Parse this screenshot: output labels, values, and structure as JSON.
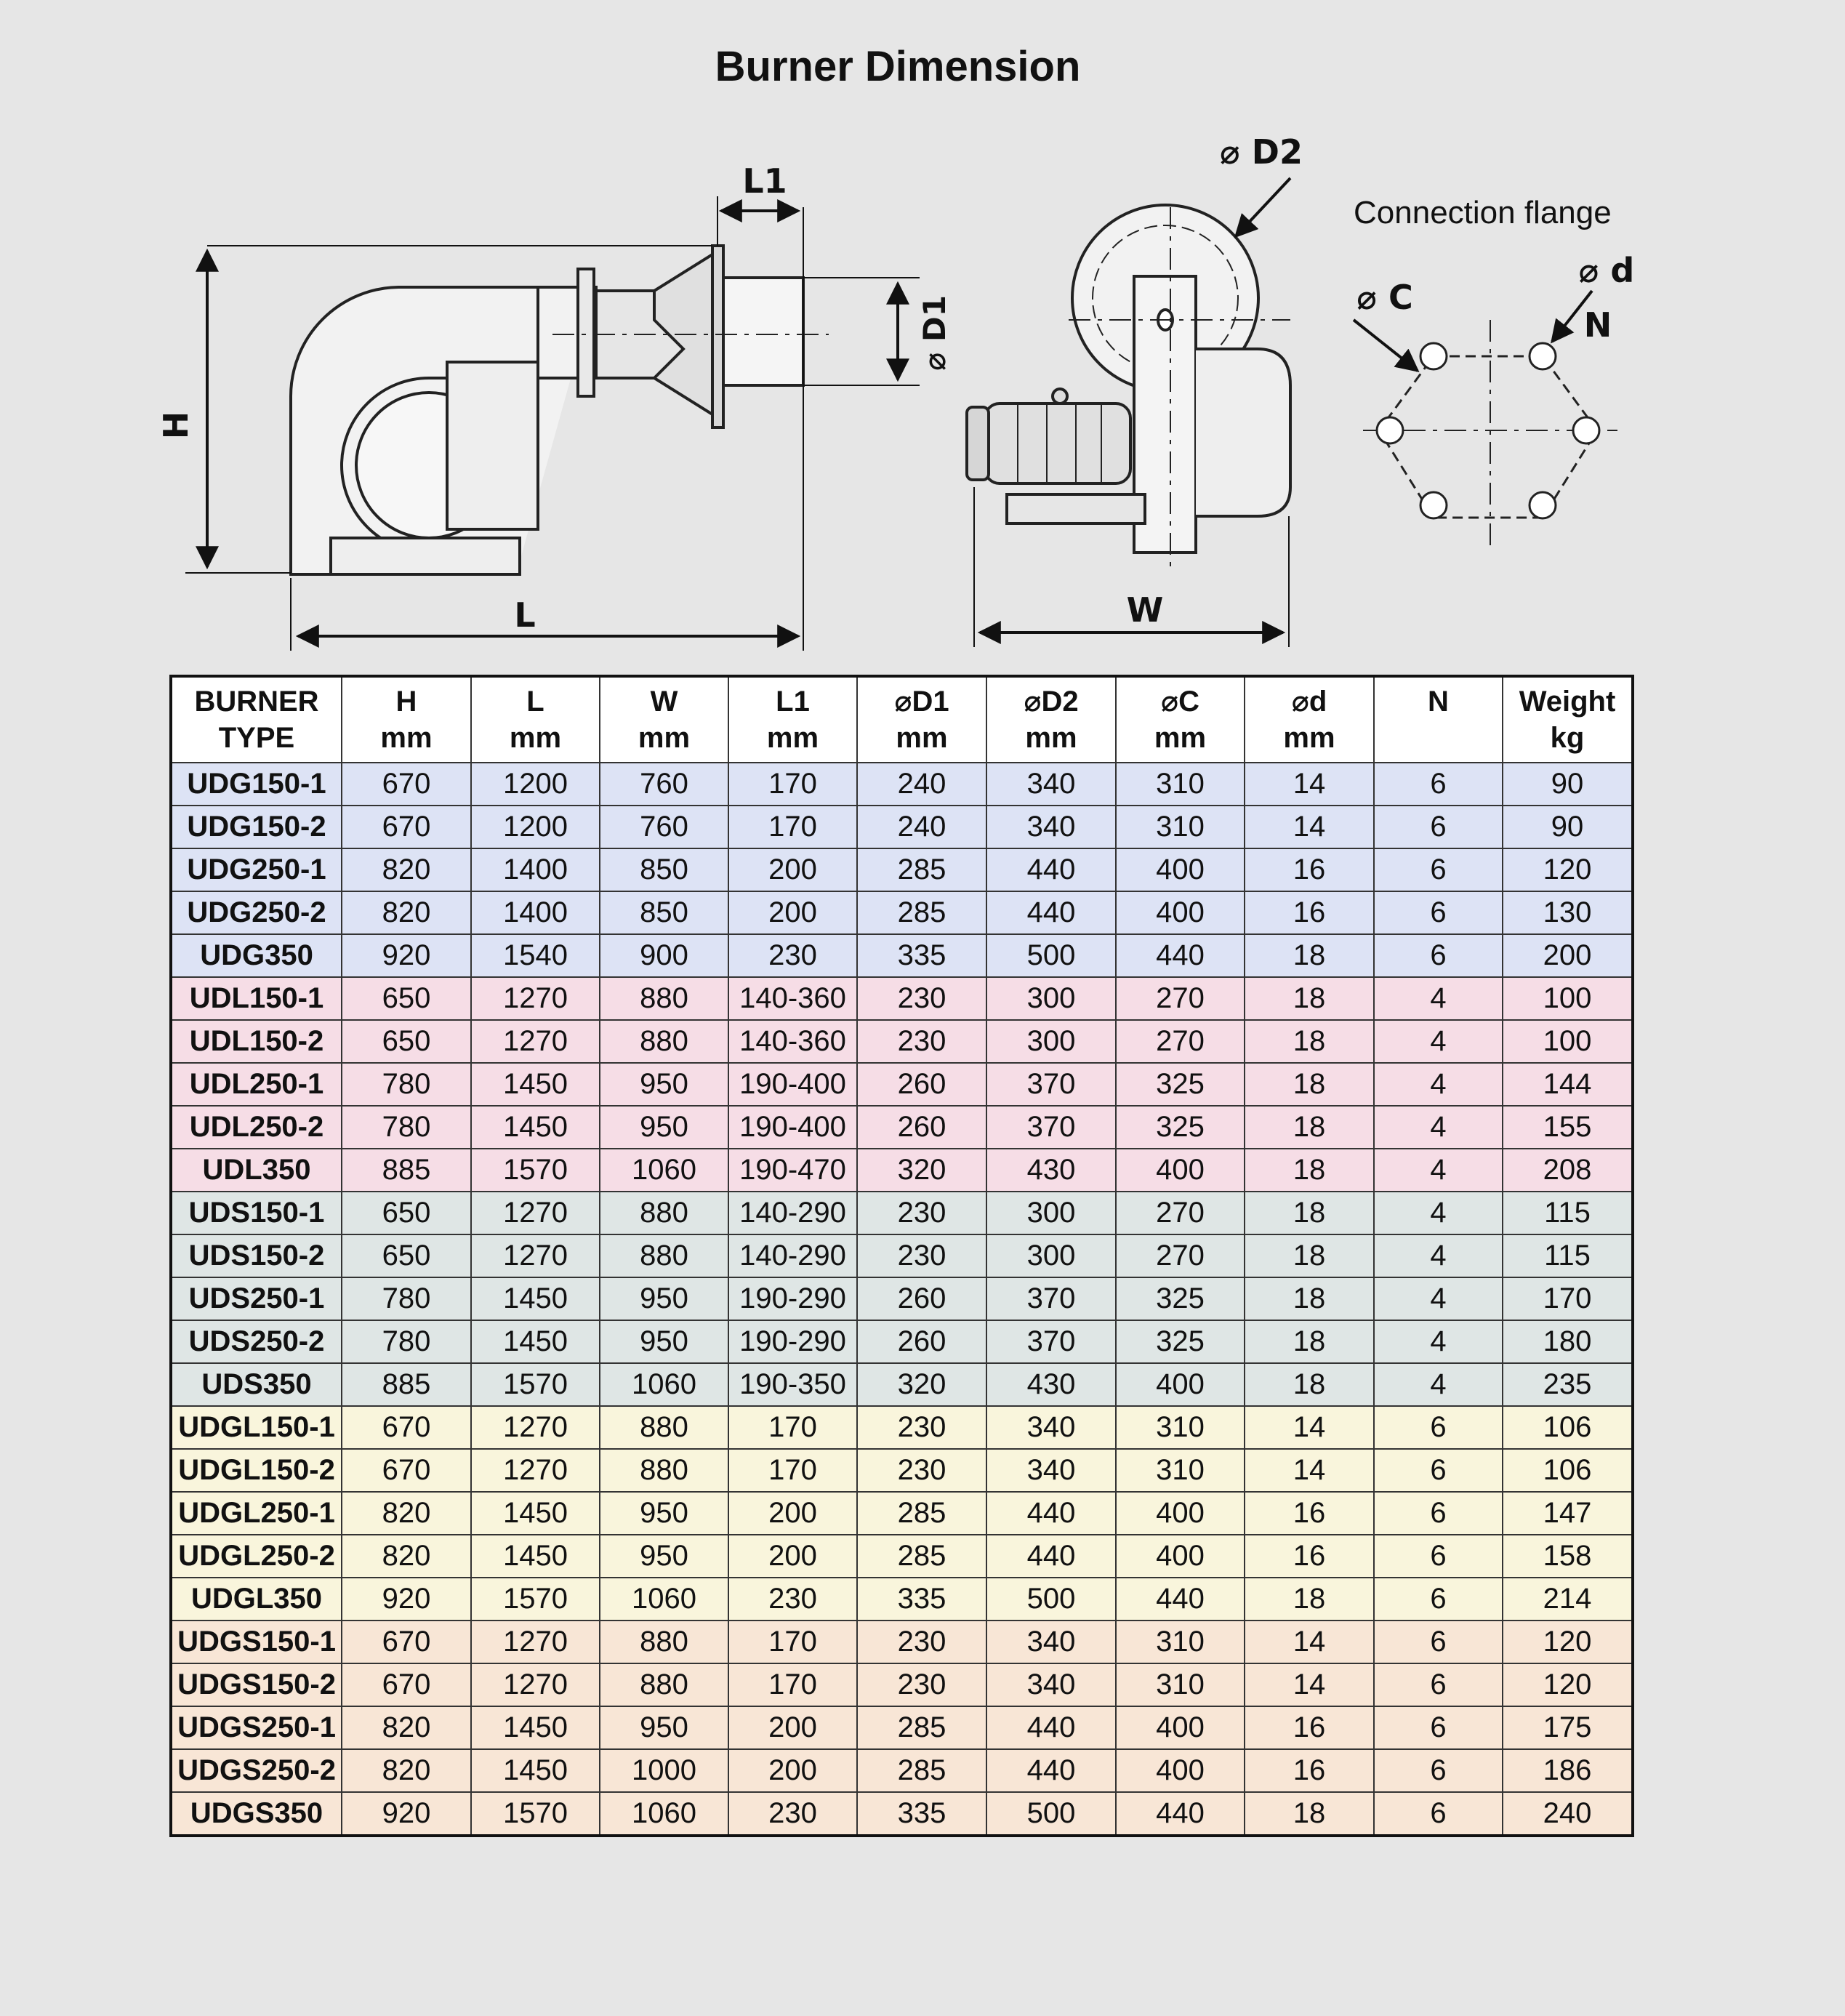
{
  "title": "Burner Dimension",
  "drawing": {
    "dimension_labels": {
      "H": "H",
      "L": "L",
      "L1": "L1",
      "D1": "⌀ D1",
      "D2": "⌀ D2",
      "W": "W",
      "C": "⌀ C",
      "d": "⌀ d",
      "N": "N"
    },
    "flange_label": "Connection flange"
  },
  "table": {
    "headers": [
      [
        "BURNER",
        "TYPE"
      ],
      [
        "H",
        "mm"
      ],
      [
        "L",
        "mm"
      ],
      [
        "W",
        "mm"
      ],
      [
        "L1",
        "mm"
      ],
      [
        "⌀D1",
        "mm"
      ],
      [
        "⌀D2",
        "mm"
      ],
      [
        "⌀C",
        "mm"
      ],
      [
        "⌀d",
        "mm"
      ],
      [
        "N",
        ""
      ],
      [
        "Weight",
        "kg"
      ]
    ],
    "rows": [
      {
        "group": "blue",
        "cells": [
          "UDG150-1",
          "670",
          "1200",
          "760",
          "170",
          "240",
          "340",
          "310",
          "14",
          "6",
          "90"
        ]
      },
      {
        "group": "blue",
        "cells": [
          "UDG150-2",
          "670",
          "1200",
          "760",
          "170",
          "240",
          "340",
          "310",
          "14",
          "6",
          "90"
        ]
      },
      {
        "group": "blue",
        "cells": [
          "UDG250-1",
          "820",
          "1400",
          "850",
          "200",
          "285",
          "440",
          "400",
          "16",
          "6",
          "120"
        ]
      },
      {
        "group": "blue",
        "cells": [
          "UDG250-2",
          "820",
          "1400",
          "850",
          "200",
          "285",
          "440",
          "400",
          "16",
          "6",
          "130"
        ]
      },
      {
        "group": "blue",
        "cells": [
          "UDG350",
          "920",
          "1540",
          "900",
          "230",
          "335",
          "500",
          "440",
          "18",
          "6",
          "200"
        ]
      },
      {
        "group": "pink",
        "cells": [
          "UDL150-1",
          "650",
          "1270",
          "880",
          "140-360",
          "230",
          "300",
          "270",
          "18",
          "4",
          "100"
        ]
      },
      {
        "group": "pink",
        "cells": [
          "UDL150-2",
          "650",
          "1270",
          "880",
          "140-360",
          "230",
          "300",
          "270",
          "18",
          "4",
          "100"
        ]
      },
      {
        "group": "pink",
        "cells": [
          "UDL250-1",
          "780",
          "1450",
          "950",
          "190-400",
          "260",
          "370",
          "325",
          "18",
          "4",
          "144"
        ]
      },
      {
        "group": "pink",
        "cells": [
          "UDL250-2",
          "780",
          "1450",
          "950",
          "190-400",
          "260",
          "370",
          "325",
          "18",
          "4",
          "155"
        ]
      },
      {
        "group": "pink",
        "cells": [
          "UDL350",
          "885",
          "1570",
          "1060",
          "190-470",
          "320",
          "430",
          "400",
          "18",
          "4",
          "208"
        ]
      },
      {
        "group": "grey",
        "cells": [
          "UDS150-1",
          "650",
          "1270",
          "880",
          "140-290",
          "230",
          "300",
          "270",
          "18",
          "4",
          "115"
        ]
      },
      {
        "group": "grey",
        "cells": [
          "UDS150-2",
          "650",
          "1270",
          "880",
          "140-290",
          "230",
          "300",
          "270",
          "18",
          "4",
          "115"
        ]
      },
      {
        "group": "grey",
        "cells": [
          "UDS250-1",
          "780",
          "1450",
          "950",
          "190-290",
          "260",
          "370",
          "325",
          "18",
          "4",
          "170"
        ]
      },
      {
        "group": "grey",
        "cells": [
          "UDS250-2",
          "780",
          "1450",
          "950",
          "190-290",
          "260",
          "370",
          "325",
          "18",
          "4",
          "180"
        ]
      },
      {
        "group": "grey",
        "cells": [
          "UDS350",
          "885",
          "1570",
          "1060",
          "190-350",
          "320",
          "430",
          "400",
          "18",
          "4",
          "235"
        ]
      },
      {
        "group": "yellow",
        "cells": [
          "UDGL150-1",
          "670",
          "1270",
          "880",
          "170",
          "230",
          "340",
          "310",
          "14",
          "6",
          "106"
        ]
      },
      {
        "group": "yellow",
        "cells": [
          "UDGL150-2",
          "670",
          "1270",
          "880",
          "170",
          "230",
          "340",
          "310",
          "14",
          "6",
          "106"
        ]
      },
      {
        "group": "yellow",
        "cells": [
          "UDGL250-1",
          "820",
          "1450",
          "950",
          "200",
          "285",
          "440",
          "400",
          "16",
          "6",
          "147"
        ]
      },
      {
        "group": "yellow",
        "cells": [
          "UDGL250-2",
          "820",
          "1450",
          "950",
          "200",
          "285",
          "440",
          "400",
          "16",
          "6",
          "158"
        ]
      },
      {
        "group": "yellow",
        "cells": [
          "UDGL350",
          "920",
          "1570",
          "1060",
          "230",
          "335",
          "500",
          "440",
          "18",
          "6",
          "214"
        ]
      },
      {
        "group": "peach",
        "cells": [
          "UDGS150-1",
          "670",
          "1270",
          "880",
          "170",
          "230",
          "340",
          "310",
          "14",
          "6",
          "120"
        ]
      },
      {
        "group": "peach",
        "cells": [
          "UDGS150-2",
          "670",
          "1270",
          "880",
          "170",
          "230",
          "340",
          "310",
          "14",
          "6",
          "120"
        ]
      },
      {
        "group": "peach",
        "cells": [
          "UDGS250-1",
          "820",
          "1450",
          "950",
          "200",
          "285",
          "440",
          "400",
          "16",
          "6",
          "175"
        ]
      },
      {
        "group": "peach",
        "cells": [
          "UDGS250-2",
          "820",
          "1450",
          "1000",
          "200",
          "285",
          "440",
          "400",
          "16",
          "6",
          "186"
        ]
      },
      {
        "group": "peach",
        "cells": [
          "UDGS350",
          "920",
          "1570",
          "1060",
          "230",
          "335",
          "500",
          "440",
          "18",
          "6",
          "240"
        ]
      }
    ]
  }
}
